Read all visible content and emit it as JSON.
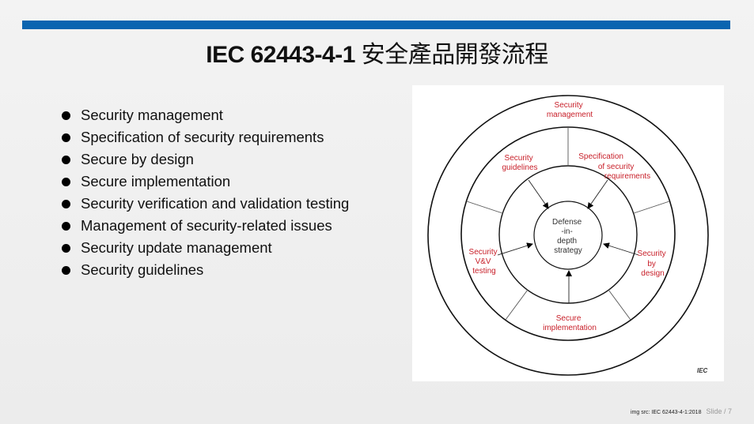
{
  "header": {
    "bar_color": "#0a64b0",
    "title_latin": "IEC 62443-4-1 ",
    "title_cjk": "安全產品開發流程"
  },
  "bullets": [
    "Security management",
    "Specification of security requirements",
    "Secure by design",
    "Secure implementation",
    "Security verification and validation testing",
    "Management of security-related issues",
    "Security update management",
    "Security guidelines"
  ],
  "diagram": {
    "outer_ring": {
      "line1": "Security",
      "line2": "management"
    },
    "segments": {
      "guidelines": {
        "line1": "Security",
        "line2": "guidelines"
      },
      "specification": {
        "line1": "Specification",
        "line2": "of security",
        "line3": "requirements"
      },
      "design": {
        "line1": "Security",
        "line2": "by",
        "line3": "design"
      },
      "implementation": {
        "line1": "Secure",
        "line2": "implementation"
      },
      "vv_testing": {
        "line1": "Security",
        "line2": "V&V",
        "line3": "testing"
      }
    },
    "core": {
      "line1": "Defense",
      "line2": "-in-",
      "line3": "depth",
      "line4": "strategy"
    },
    "credit": "IEC",
    "label_color": "#c8202a"
  },
  "footer": {
    "source": "img src: IEC 62443-4-1:2018",
    "slide": "Slide / 7"
  }
}
